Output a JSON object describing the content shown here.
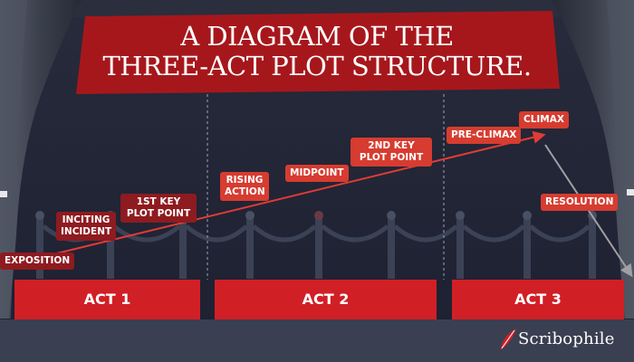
{
  "title": {
    "line1": "A DIAGRAM OF THE",
    "line2": "THREE-ACT PLOT STRUCTURE."
  },
  "plot_points": [
    {
      "label": "EXPOSITION"
    },
    {
      "label": "INCITING INCIDENT"
    },
    {
      "label": "1ST KEY PLOT POINT"
    },
    {
      "label": "RISING ACTION"
    },
    {
      "label": "MIDPOINT"
    },
    {
      "label": "2ND KEY PLOT POINT"
    },
    {
      "label": "PRE-CLIMAX"
    },
    {
      "label": "CLIMAX"
    },
    {
      "label": "RESOLUTION"
    }
  ],
  "acts": [
    {
      "label": "ACT 1"
    },
    {
      "label": "ACT 2"
    },
    {
      "label": "ACT 3"
    }
  ],
  "brand": {
    "name": "Scribophile"
  },
  "colors": {
    "banner": "#a6171c",
    "act_box": "#d11f26",
    "rising_arrow": "#e13b36",
    "falling_arrow": "#a0a0a5",
    "background": "#1e2232",
    "curtain": "#3d4250"
  }
}
